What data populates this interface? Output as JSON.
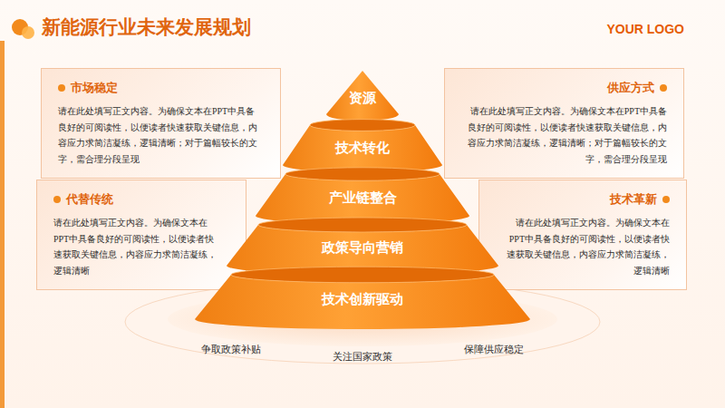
{
  "diagram": {
    "title": "新能源行业未来发展规划",
    "nodes": [
      {
        "text": [
          "市场稳定",
          "请在此处填写正文内容。为确保文本在PPT中具备良好的可阅读性，以便读者快速获取关键信息，内容应力求简洁凝练，逻辑清晰；对于篇幅较长的文字，需合理分段呈现"
        ]
      },
      {
        "text": [
          "供应方式",
          "请在此处填写正文内容。为确保文本在PPT中具备良好的可阅读性，以便读者快速获取关键信息，内容应力求简洁凝练，逻辑清晰；对于篇幅较长的文字，需合理分段呈现"
        ]
      },
      {
        "text": [
          "资源"
        ]
      },
      {
        "text": [
          "技术转化"
        ]
      },
      {
        "text": [
          "产业链整合"
        ]
      },
      {
        "text": [
          "代替传统",
          "请在此处填写正文内容。为确保文本在PPT中具备良好的可阅读性，以便读者快速获取关键信息，内容应力求简洁凝练，逻辑清晰"
        ]
      },
      {
        "text": [
          "技术革新",
          "请在此处填写正文内容。为确保文本在PPT中具备良好的可阅读性，以便读者快速获取关键信息，内容应力求简洁凝练，逻辑清晰"
        ]
      },
      {
        "text": [
          "政策导向营销"
        ]
      },
      {
        "text": [
          "技术创新驱动"
        ]
      }
    ],
    "labels": [
      "YOUR LOGO",
      "争取政策补贴",
      "关注国家政策",
      "保障供应稳定"
    ]
  }
}
